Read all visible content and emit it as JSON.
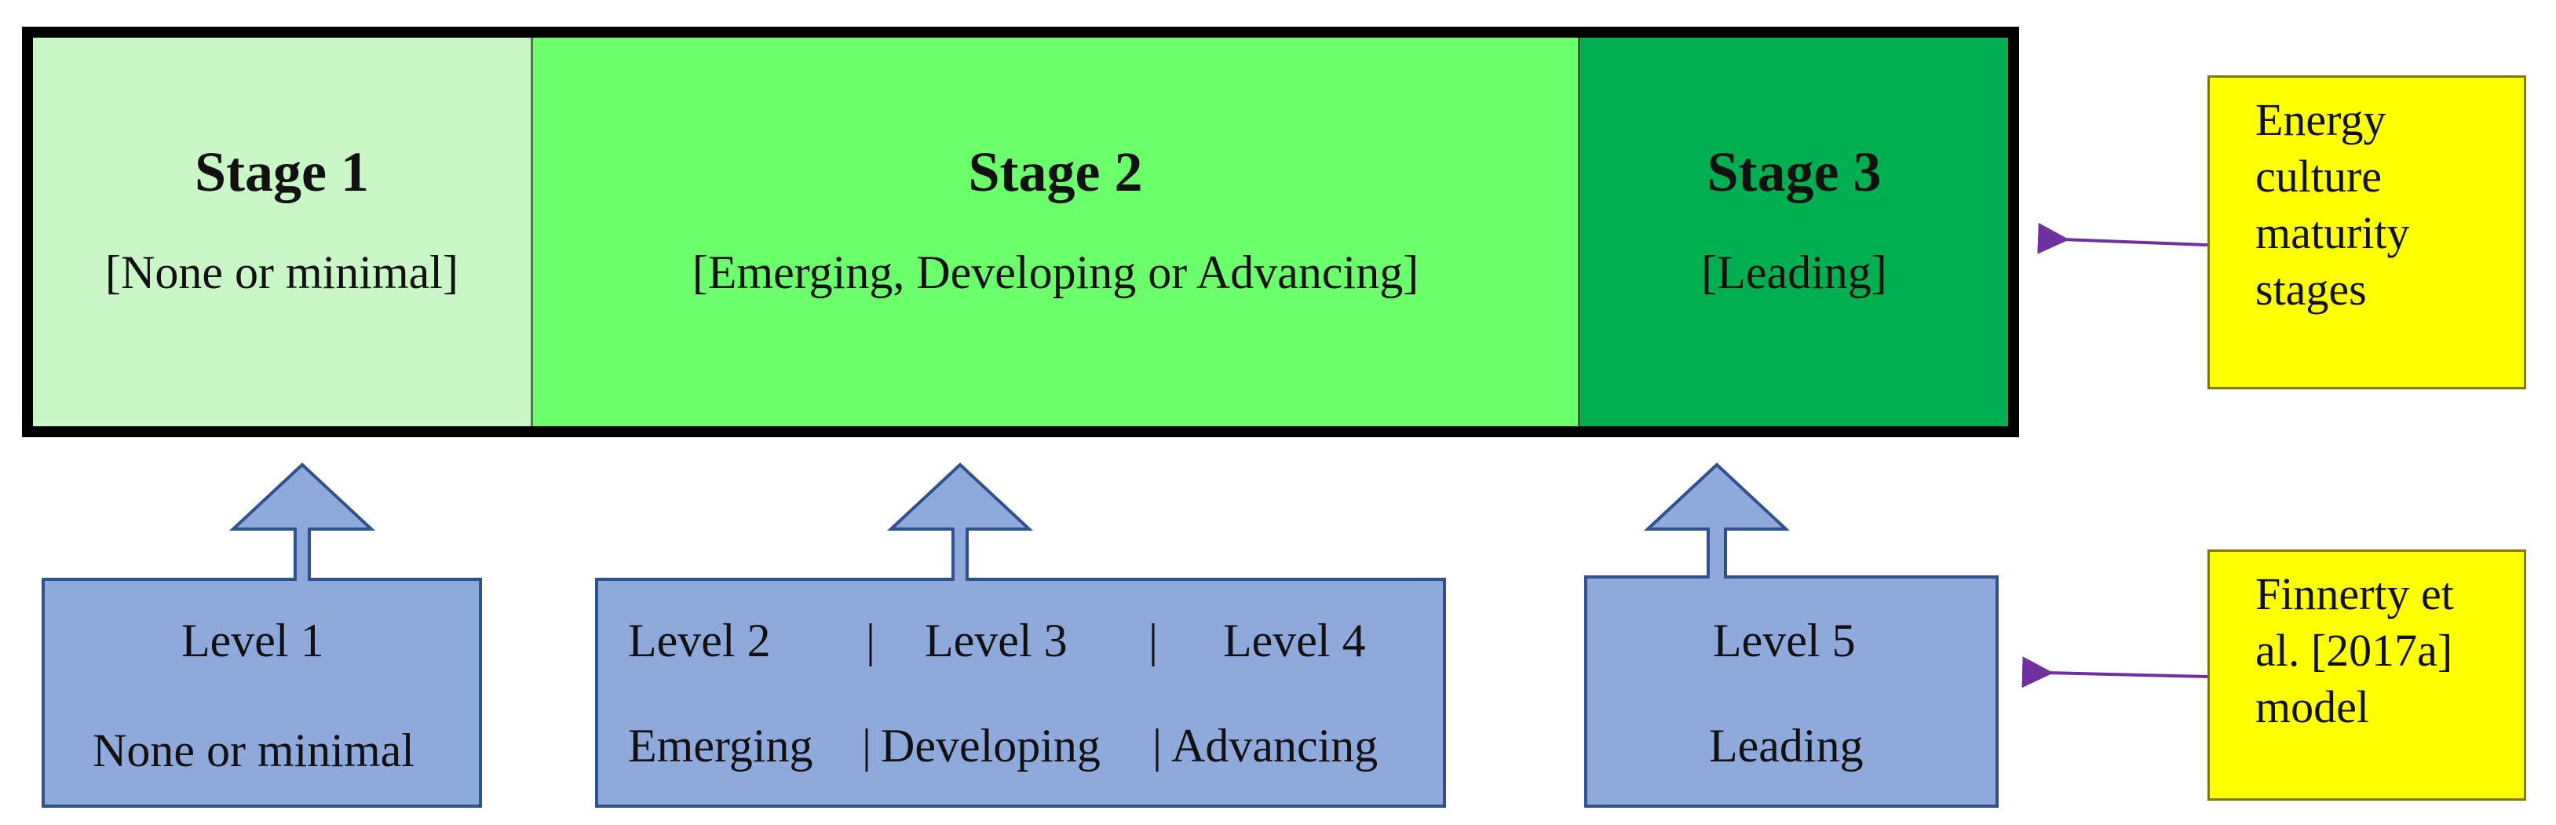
{
  "stages": [
    {
      "name": "Stage 1",
      "description": "[None or minimal]"
    },
    {
      "name": "Stage 2",
      "description": "[Emerging, Developing or Advancing]"
    },
    {
      "name": "Stage 3",
      "description": "[Leading]"
    }
  ],
  "legend": {
    "stages_label": [
      "Energy",
      "culture",
      "maturity",
      "stages"
    ],
    "model_label": [
      "Finnerty et",
      "al. [2017a]",
      "model"
    ]
  },
  "levels": {
    "level1": {
      "title": "Level 1",
      "desc": "None or minimal"
    },
    "level2": {
      "title": "Level 2",
      "desc": "Emerging"
    },
    "level3": {
      "title": "Level 3",
      "desc": "Developing"
    },
    "level4": {
      "title": "Level 4",
      "desc": "Advancing"
    },
    "level5": {
      "title": "Level 5",
      "desc": "Leading"
    },
    "separator": "|"
  },
  "colors": {
    "stage1": "#c9f8c6",
    "stage2": "#6bff6b",
    "stage3": "#00b050",
    "level_box": "#8eaadb",
    "level_border": "#2f528f",
    "label_box": "#ffff00",
    "connector": "#7030a0"
  }
}
